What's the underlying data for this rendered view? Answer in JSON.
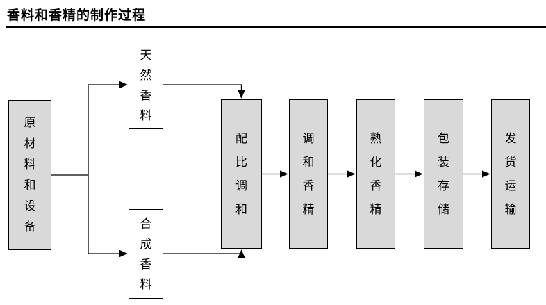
{
  "title": "香料和香精的制作过程",
  "diagram": {
    "type": "flowchart",
    "nodes": [
      {
        "id": "raw-materials-equipment",
        "label": "原材料和设备",
        "fill": "#d9d9d9"
      },
      {
        "id": "natural-fragrance",
        "label": "天然香料",
        "fill": "#ffffff"
      },
      {
        "id": "synthetic-fragrance",
        "label": "合成香料",
        "fill": "#ffffff"
      },
      {
        "id": "blending-ratio",
        "label": "配比调和",
        "fill": "#d9d9d9"
      },
      {
        "id": "blended-essence",
        "label": "调和香精",
        "fill": "#d9d9d9"
      },
      {
        "id": "matured-essence",
        "label": "熟化香精",
        "fill": "#d9d9d9"
      },
      {
        "id": "packaging-storage",
        "label": "包装存储",
        "fill": "#d9d9d9"
      },
      {
        "id": "shipping-transport",
        "label": "发货运输",
        "fill": "#d9d9d9"
      }
    ],
    "edges": [
      {
        "from": "原材料和设备",
        "to": "天然香料"
      },
      {
        "from": "原材料和设备",
        "to": "合成香料"
      },
      {
        "from": "天然香料",
        "to": "配比调和"
      },
      {
        "from": "合成香料",
        "to": "配比调和"
      },
      {
        "from": "配比调和",
        "to": "调和香精"
      },
      {
        "from": "调和香精",
        "to": "熟化香精"
      },
      {
        "from": "熟化香精",
        "to": "包装存储"
      },
      {
        "from": "包装存储",
        "to": "发货运输"
      }
    ],
    "colors": {
      "box_fill_gray": "#d9d9d9",
      "box_fill_white": "#ffffff",
      "border": "#000000",
      "text": "#000000",
      "connector": "#000000"
    }
  }
}
